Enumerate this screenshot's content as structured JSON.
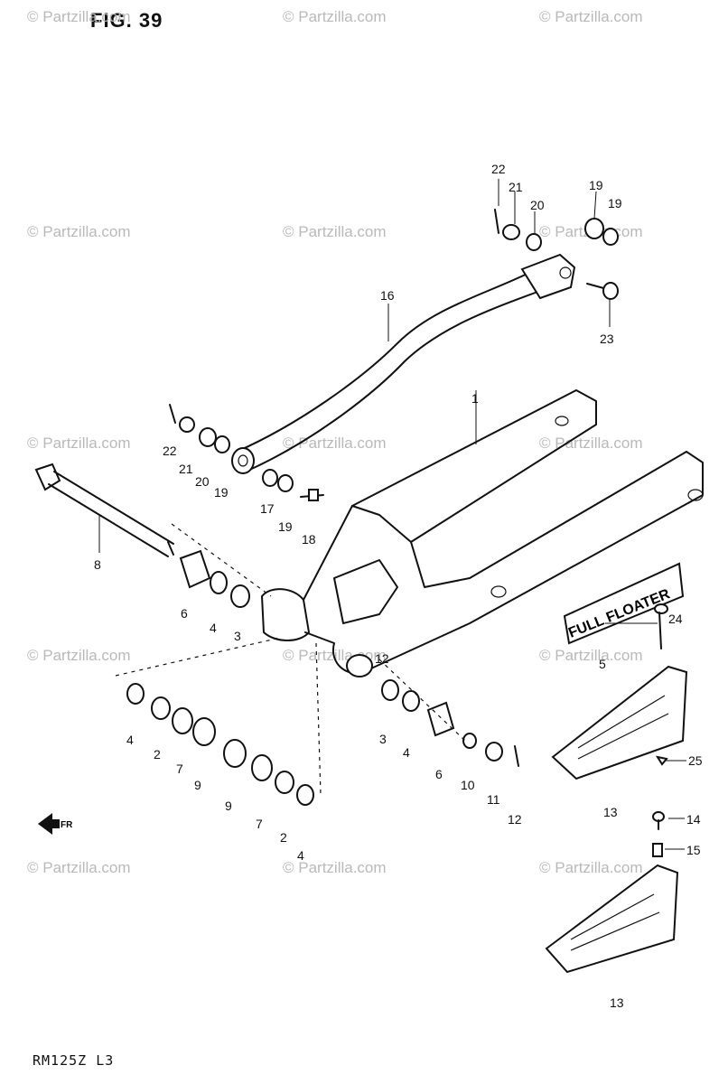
{
  "figure": {
    "title": "FIG. 39",
    "model_code": "RM125Z L3",
    "watermark": "© Partzilla.com",
    "decal_text": "FULL FLOATER",
    "front_arrow_label": "FR"
  },
  "callouts": [
    {
      "id": "c22a",
      "label": "22"
    },
    {
      "id": "c21a",
      "label": "21"
    },
    {
      "id": "c20a",
      "label": "20"
    },
    {
      "id": "c19a",
      "label": "19"
    },
    {
      "id": "c19b",
      "label": "19"
    },
    {
      "id": "c23",
      "label": "23"
    },
    {
      "id": "c16",
      "label": "16"
    },
    {
      "id": "c1",
      "label": "1"
    },
    {
      "id": "c22b",
      "label": "22"
    },
    {
      "id": "c21b",
      "label": "21"
    },
    {
      "id": "c20b",
      "label": "20"
    },
    {
      "id": "c19c",
      "label": "19"
    },
    {
      "id": "c17",
      "label": "17"
    },
    {
      "id": "c19d",
      "label": "19"
    },
    {
      "id": "c18",
      "label": "18"
    },
    {
      "id": "c8",
      "label": "8"
    },
    {
      "id": "c6a",
      "label": "6"
    },
    {
      "id": "c4a",
      "label": "4"
    },
    {
      "id": "c3a",
      "label": "3"
    },
    {
      "id": "c12a",
      "label": "12"
    },
    {
      "id": "c24",
      "label": "24"
    },
    {
      "id": "c5",
      "label": "5"
    },
    {
      "id": "c4b",
      "label": "4"
    },
    {
      "id": "c2a",
      "label": "2"
    },
    {
      "id": "c7a",
      "label": "7"
    },
    {
      "id": "c9a",
      "label": "9"
    },
    {
      "id": "c9b",
      "label": "9"
    },
    {
      "id": "c7b",
      "label": "7"
    },
    {
      "id": "c2b",
      "label": "2"
    },
    {
      "id": "c4c",
      "label": "4"
    },
    {
      "id": "c3b",
      "label": "3"
    },
    {
      "id": "c4d",
      "label": "4"
    },
    {
      "id": "c6b",
      "label": "6"
    },
    {
      "id": "c10",
      "label": "10"
    },
    {
      "id": "c11",
      "label": "11"
    },
    {
      "id": "c12b",
      "label": "12"
    },
    {
      "id": "c25",
      "label": "25"
    },
    {
      "id": "c13a",
      "label": "13"
    },
    {
      "id": "c14",
      "label": "14"
    },
    {
      "id": "c15",
      "label": "15"
    },
    {
      "id": "c13b",
      "label": "13"
    }
  ]
}
